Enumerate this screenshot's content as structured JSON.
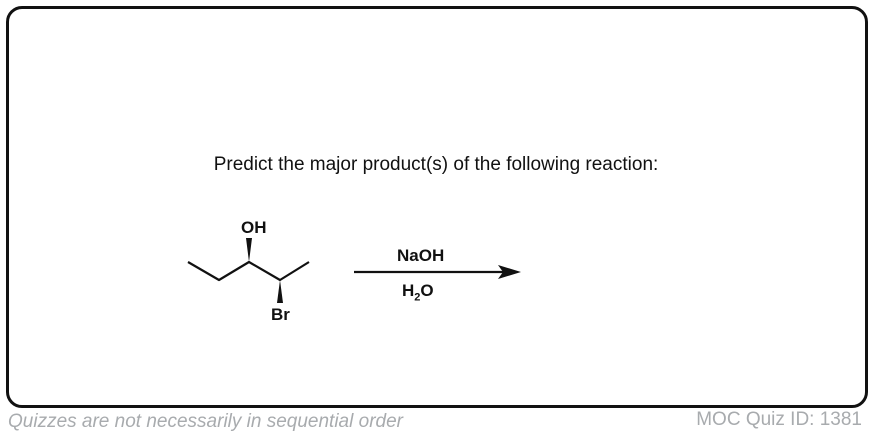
{
  "question": {
    "prompt": "Predict the major product(s) of the following reaction:",
    "reactant": {
      "substituent_top": "OH",
      "substituent_bottom": "Br"
    },
    "reagents": {
      "above_arrow": "NaOH",
      "below_arrow_main": "H",
      "below_arrow_sub": "2",
      "below_arrow_end": "O"
    }
  },
  "footer": {
    "note": "Quizzes are not necessarily in sequential order",
    "quiz_id": "MOC Quiz ID: 1381"
  }
}
